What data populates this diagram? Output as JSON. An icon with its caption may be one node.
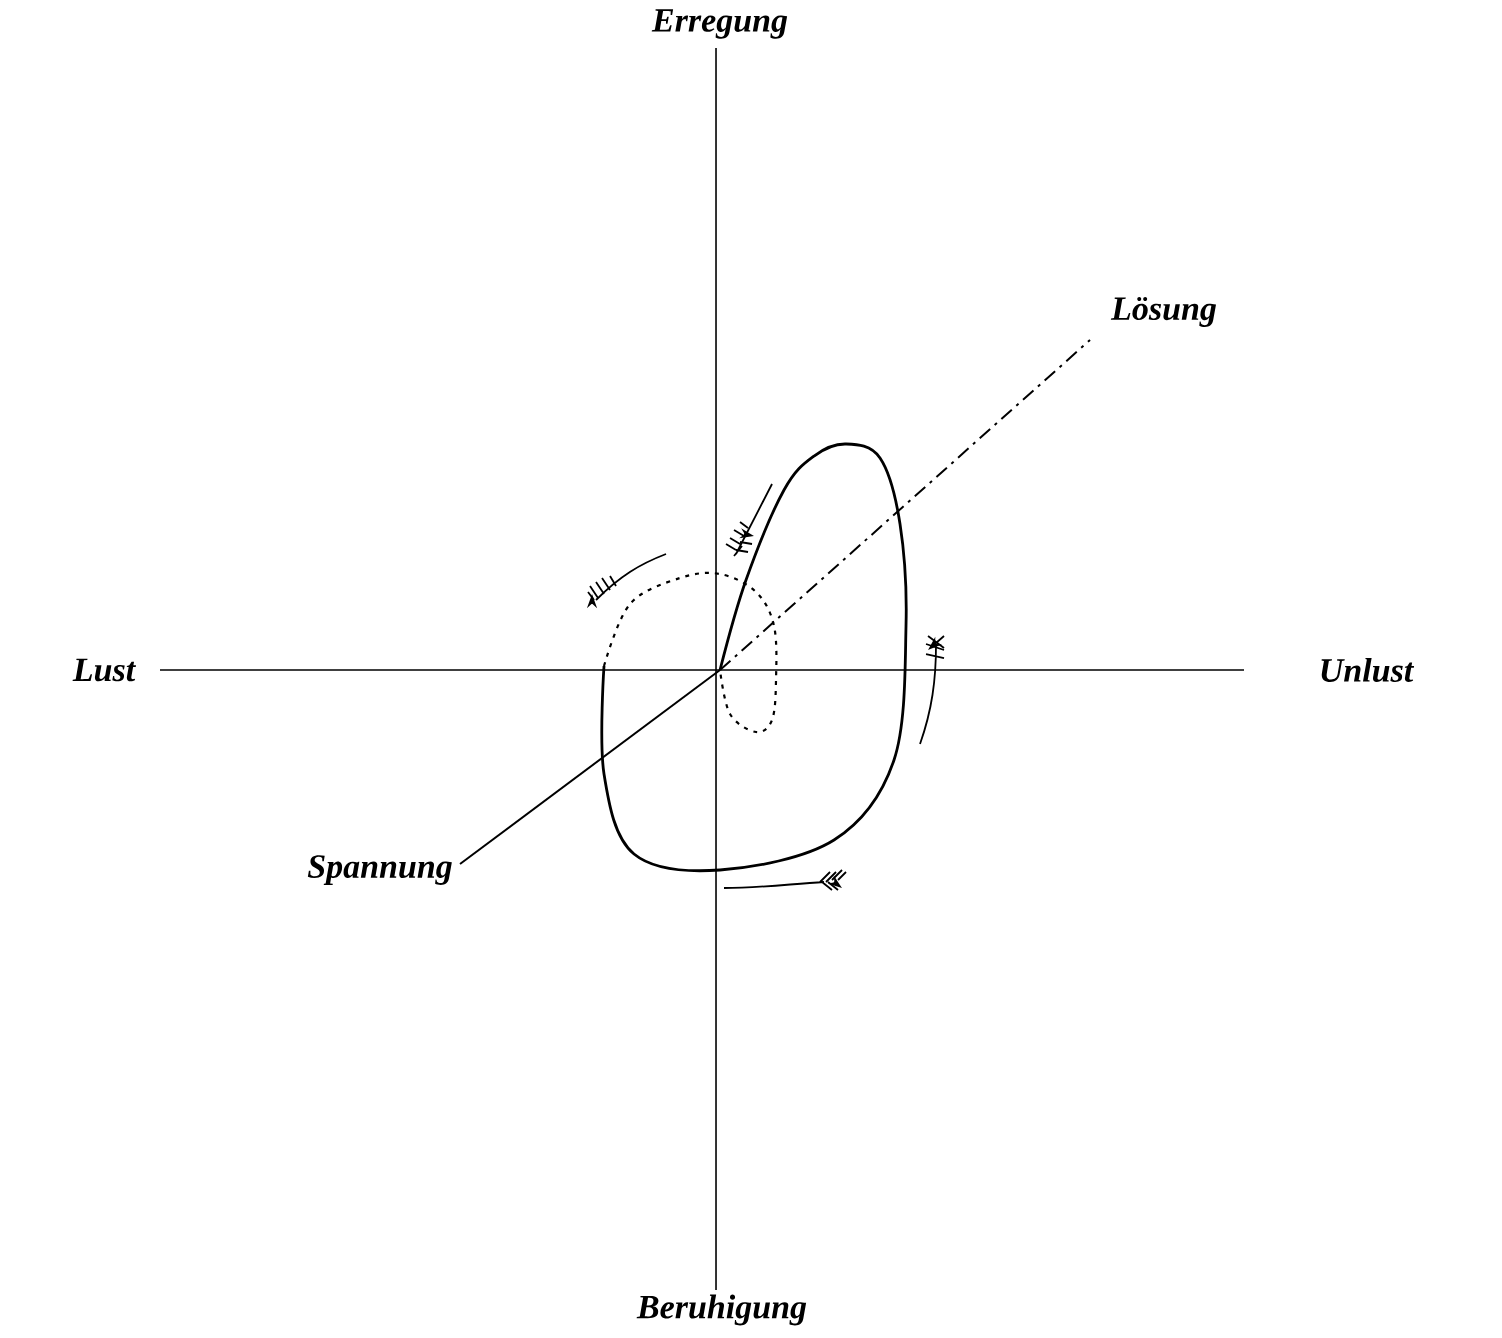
{
  "diagram": {
    "labels": [
      "Erregung",
      "Lösung",
      "Lust",
      "Unlust",
      "Spannung",
      "Beruhigung"
    ]
  }
}
